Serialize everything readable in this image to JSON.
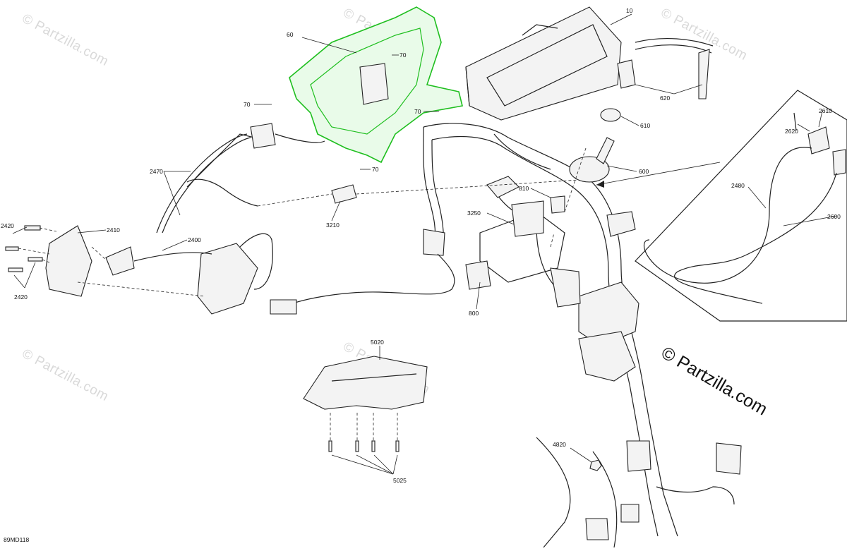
{
  "watermark": {
    "text": "© Partzilla.com",
    "copyright_main": "© Partzilla.com"
  },
  "diagram_code": "89MD118",
  "callouts": {
    "c10": "10",
    "c60": "60",
    "c70a": "70",
    "c70b": "70",
    "c70c": "70",
    "c70d": "70",
    "c620": "620",
    "c610": "610",
    "c600": "600",
    "c2470": "2470",
    "c3210": "3210",
    "c810": "810",
    "c3250": "3250",
    "c800": "800",
    "c2410": "2410",
    "c2400": "2400",
    "c2420a": "2420",
    "c2420b": "2420",
    "c2610": "2610",
    "c2620": "2620",
    "c2480": "2480",
    "c2600": "2600",
    "c5020": "5020",
    "c5025": "5025",
    "c4820": "4820"
  },
  "highlight_color": "#1fbf1f"
}
